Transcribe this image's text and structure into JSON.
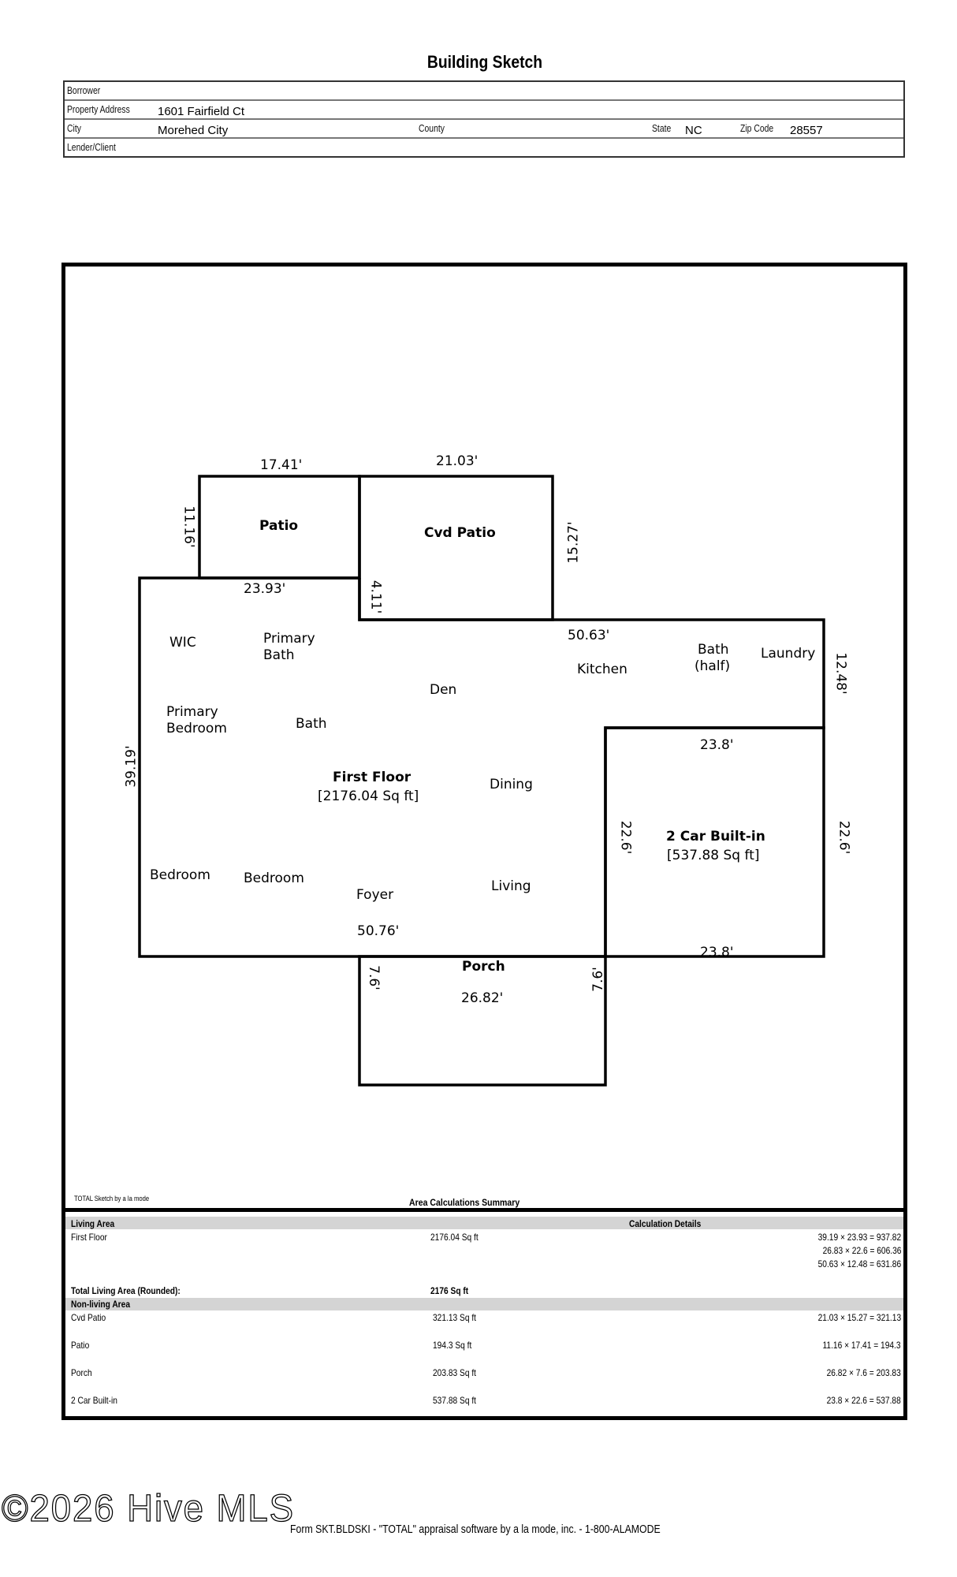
{
  "header": {
    "title": "Building Sketch",
    "borrower_label": "Borrower",
    "borrower": "",
    "property_address_label": "Property Address",
    "property_address": "1601 Fairfield Ct",
    "city_label": "City",
    "city": "Morehed City",
    "county_label": "County",
    "county": "",
    "state_label": "State",
    "state": "NC",
    "zip_label": "Zip Code",
    "zip": "28557",
    "lender_label": "Lender/Client",
    "lender": ""
  },
  "sketch": {
    "areas": {
      "patio": "Patio",
      "cvd_patio": "Cvd Patio",
      "first_floor": "First Floor",
      "first_floor_sqft": "[2176.04 Sq ft]",
      "garage": "2 Car Built-in",
      "garage_sqft": "[537.88 Sq ft]",
      "porch": "Porch"
    },
    "rooms": {
      "wic": "WIC",
      "primary_bath_1": "Primary",
      "primary_bath_2": "Bath",
      "primary_bedroom_1": "Primary",
      "primary_bedroom_2": "Bedroom",
      "bath": "Bath",
      "den": "Den",
      "kitchen": "Kitchen",
      "bath_half_1": "Bath",
      "bath_half_2": "(half)",
      "laundry": "Laundry",
      "dining": "Dining",
      "bedroom_1": "Bedroom",
      "bedroom_2": "Bedroom",
      "foyer": "Foyer",
      "living": "Living"
    },
    "dimensions": {
      "patio_top": "17.41'",
      "patio_left": "11.16'",
      "cvd_top": "21.03'",
      "cvd_right": "15.27'",
      "main_top_left": "23.93'",
      "step": "4.11'",
      "main_top_right": "50.63'",
      "right_upper": "12.48'",
      "main_left": "39.19'",
      "garage_top": "23.8'",
      "garage_left": "22.6'",
      "garage_right": "22.6'",
      "garage_bottom": "23.8'",
      "main_bottom": "50.76'",
      "porch_left": "7.6'",
      "porch_right": "7.6'",
      "porch_bottom": "26.82'"
    },
    "credit": "TOTAL Sketch by a la mode",
    "summary_title": "Area Calculations Summary"
  },
  "summary": {
    "living_header": "Living Area",
    "details_header": "Calculation Details",
    "living_rows": [
      {
        "name": "First Floor",
        "area": "2176.04 Sq ft"
      }
    ],
    "living_calcs": [
      "39.19 × 23.93  =  937.82",
      "26.83 × 22.6    =  606.36",
      "50.63 × 12.48  =  631.86"
    ],
    "total_label": "Total Living Area (Rounded):",
    "total_value": "2176 Sq ft",
    "nonliving_header": "Non-living Area",
    "nonliving_rows": [
      {
        "name": "Cvd Patio",
        "area": "321.13 Sq ft",
        "calc": "21.03 × 15.27  =  321.13"
      },
      {
        "name": "Patio",
        "area": "194.3 Sq ft",
        "calc": "11.16 × 17.41  =    194.3"
      },
      {
        "name": "Porch",
        "area": "203.83 Sq ft",
        "calc": "26.82 × 7.6     =  203.83"
      },
      {
        "name": "2 Car Built-in",
        "area": "537.88 Sq ft",
        "calc": "23.8 × 22.6     =  537.88"
      }
    ]
  },
  "footer": {
    "watermark": "©2026 Hive MLS",
    "form_line": "Form SKT.BLDSKI - \"TOTAL\" appraisal software by a la mode, inc. - 1-800-ALAMODE"
  }
}
